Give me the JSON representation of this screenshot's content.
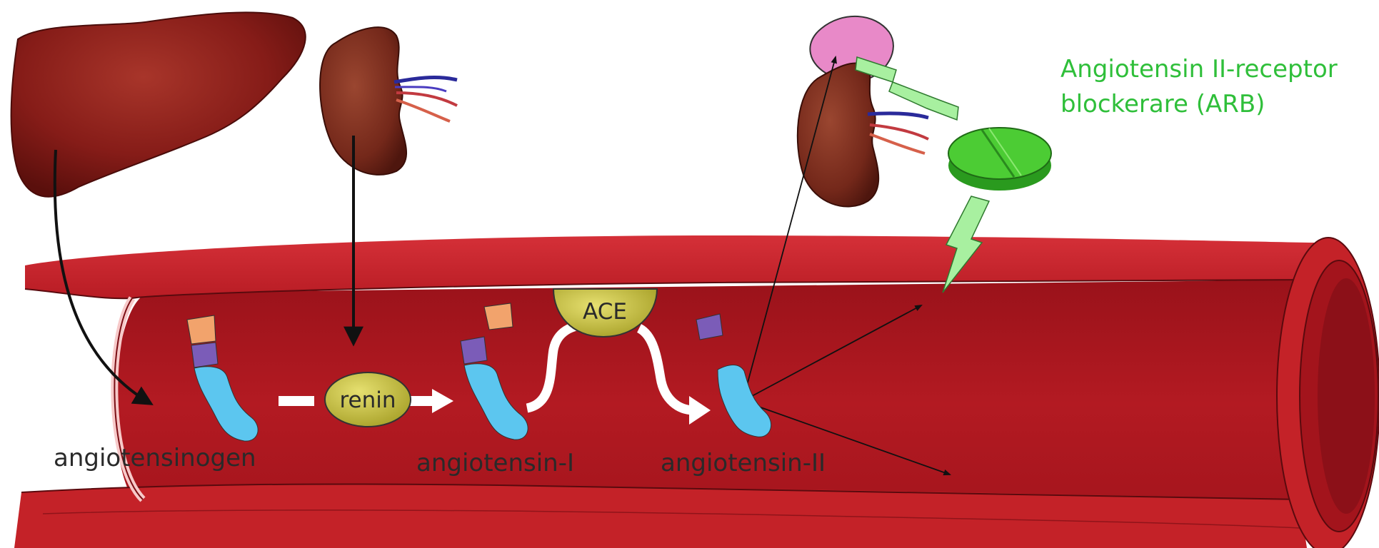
{
  "labels": {
    "angiotensinogen": "angiotensinogen",
    "renin": "renin",
    "angiotensin_1": "angiotensin-I",
    "ace": "ACE",
    "angiotensin_2": "angiotensin-II",
    "arb_line1": "Angiotensin II-receptor",
    "arb_line2": "blockerare (ARB)"
  },
  "colors": {
    "vessel_outer": "#c8232c",
    "vessel_inner": "#b01820",
    "liver": "#8a1f1a",
    "kidney": "#7a2a1c",
    "adrenal": "#e889c8",
    "peptide": "#5cc6ef",
    "peptide_cap": "#f2a36c",
    "peptide_mid": "#7b5cb8",
    "enzyme": "#c8c23a",
    "pill": "#3cbf2a",
    "arb_text": "#2fbf3a",
    "bolt": "#9ef09a"
  },
  "icons": [
    "liver-icon",
    "kidney-icon",
    "adrenal-kidney-icon",
    "pill-icon",
    "lightning-bolt-icon"
  ]
}
